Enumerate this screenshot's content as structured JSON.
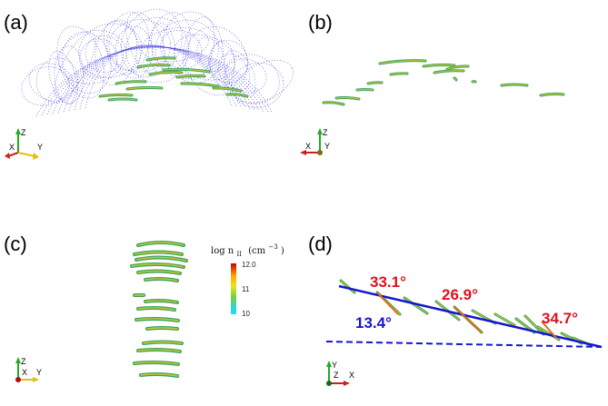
{
  "panels": {
    "a": {
      "label": "(a)"
    },
    "b": {
      "label": "(b)"
    },
    "c": {
      "label": "(c)"
    },
    "d": {
      "label": "(d)"
    }
  },
  "axes": {
    "z": "Z",
    "x": "X",
    "y": "Y"
  },
  "colorbar": {
    "title": "log n",
    "title_sub": "II",
    "unit": "(cm",
    "unit_sup": "−3",
    "unit_close": ")",
    "ticks": [
      "12.0",
      "11",
      "10"
    ],
    "colors": [
      "#cc0000",
      "#ffaa00",
      "#e6e61a",
      "#7ccf3a",
      "#2fd7c8",
      "#13e8e8"
    ]
  },
  "angles": {
    "a1": "33.1°",
    "a2": "26.9°",
    "a3": "34.7°",
    "tilt": "13.4°"
  },
  "colors": {
    "loop_lines": "#2a2ad8",
    "threads": "#3da35a",
    "thread_core": "#c9c936",
    "angle_red": "#e0101e",
    "angle_blue": "#1515d0"
  }
}
